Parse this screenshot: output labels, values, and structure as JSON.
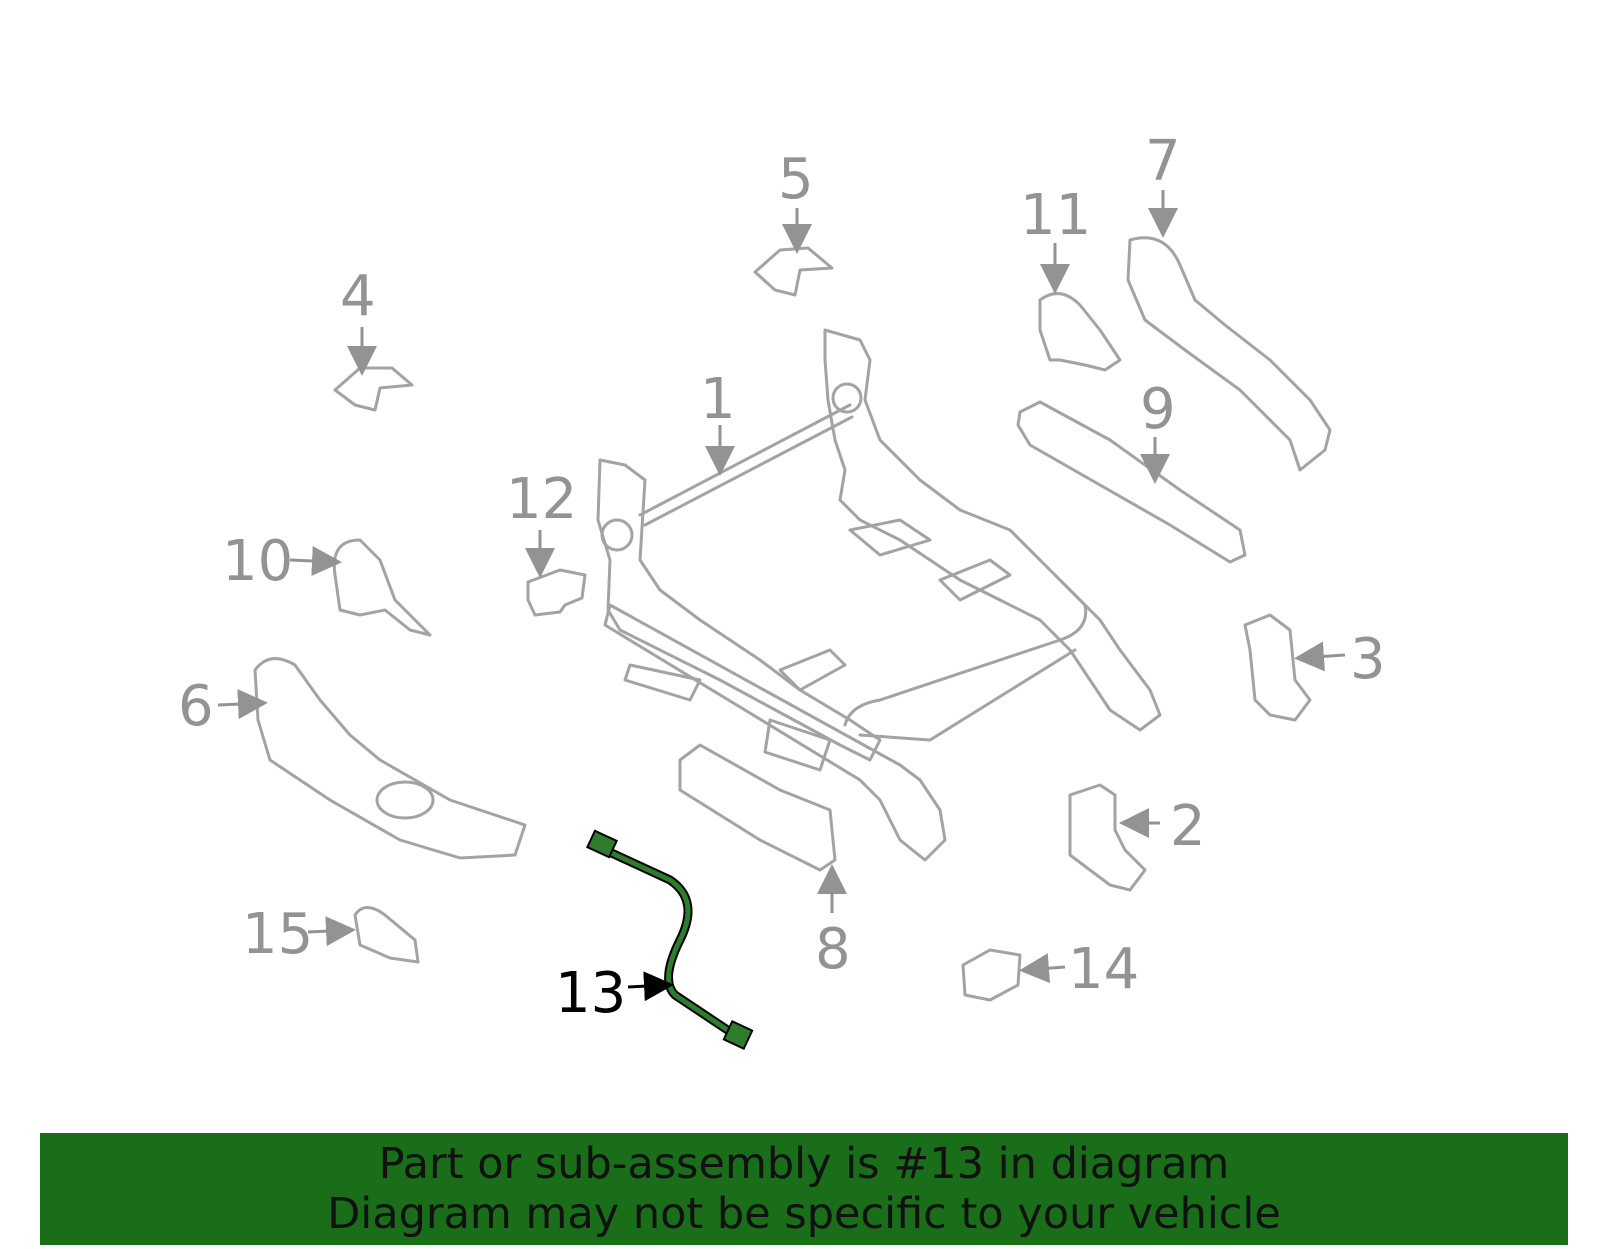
{
  "callouts": [
    "1",
    "2",
    "3",
    "4",
    "5",
    "6",
    "7",
    "8",
    "9",
    "10",
    "11",
    "12",
    "13",
    "14",
    "15"
  ],
  "highlighted_part": "13",
  "banner": {
    "line1": "Part or sub-assembly is #13 in diagram",
    "line2": "Diagram may not be specific to your vehicle"
  },
  "colors": {
    "banner_bg": "#1a6e1a",
    "dim_label": "#939393",
    "part_stroke": "#a3a3a3",
    "highlight_part": "#2e7d2e"
  }
}
